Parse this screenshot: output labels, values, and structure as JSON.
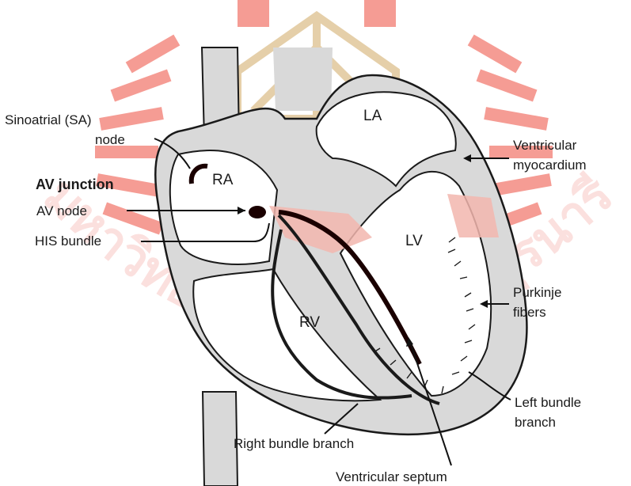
{
  "labels": {
    "sa_node": [
      "Sinoatrial (SA)",
      "node"
    ],
    "av_junction": "AV junction",
    "av_node": "AV node",
    "his_bundle": "HIS bundle",
    "ventricular_myocardium": [
      "Ventricular",
      "myocardium"
    ],
    "purkinje_fibers": [
      "Purkinje",
      "fibers"
    ],
    "left_bundle_branch": [
      "Left bundle",
      "branch"
    ],
    "right_bundle_branch": "Right bundle branch",
    "ventricular_septum": "Ventricular septum"
  },
  "chambers": {
    "ra": "RA",
    "la": "LA",
    "rv": "RV",
    "lv": "LV"
  },
  "watermark": {
    "text": "มหาวิทยาลัยเทคโนโลยีสุรนารี"
  },
  "colors": {
    "tissue": "#d9d9d9",
    "outline": "#1a1a1a",
    "conduction": "#f2b6ae",
    "his_node": "#1a0000",
    "watermark_red": "#e8463a",
    "watermark_gold": "#d4b070"
  }
}
